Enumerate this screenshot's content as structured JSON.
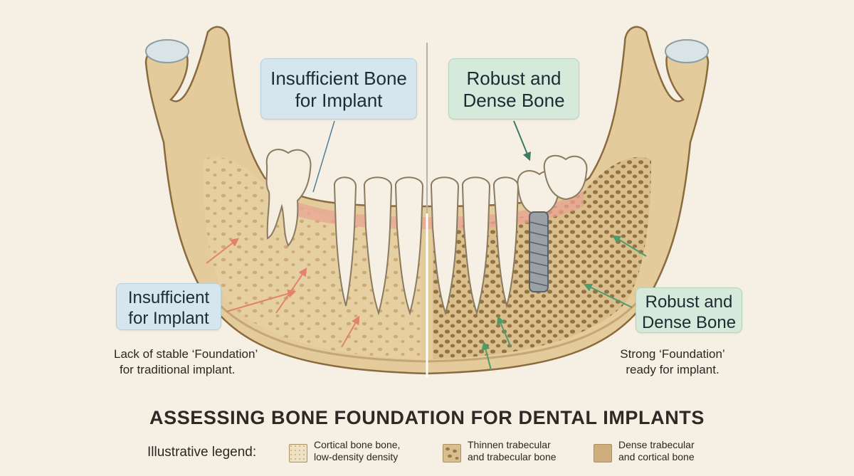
{
  "callouts": {
    "top_left": [
      "Insufficient Bone",
      "for Implant"
    ],
    "top_right": [
      "Robust and",
      "Dense Bone"
    ],
    "left": [
      "Insufficient",
      "for Implant"
    ],
    "right": [
      "Robust and",
      "Dense Bone"
    ]
  },
  "descriptions": {
    "left": [
      "Lack of stable ‘Foundation’",
      "for traditional implant."
    ],
    "right": [
      "Strong ‘Foundation’",
      "ready for implant."
    ]
  },
  "title": "ASSESSING BONE FOUNDATION FOR DENTAL IMPLANTS",
  "legend": {
    "label": "Illustrative legend:",
    "items": [
      {
        "lines": [
          "Cortical bone bone,",
          "low-density density"
        ],
        "color": "#efe2c4"
      },
      {
        "lines": [
          "Thinnen trabecular",
          "and trabecular bone"
        ],
        "color": "#d9bf8f"
      },
      {
        "lines": [
          "Dense trabecular",
          "and cortical bone"
        ],
        "color": "#cfae7d"
      }
    ]
  },
  "colors": {
    "background": "#f6f0e4",
    "bone": "#e3cb9c",
    "bone_outline": "#8a6a3e",
    "gum": "#e9a493",
    "callout_blue": "#d6e6ee",
    "callout_green": "#d6eadb",
    "arrow_red": "#e2826c",
    "arrow_green": "#5aa878",
    "implant": "#9aa1a6"
  }
}
